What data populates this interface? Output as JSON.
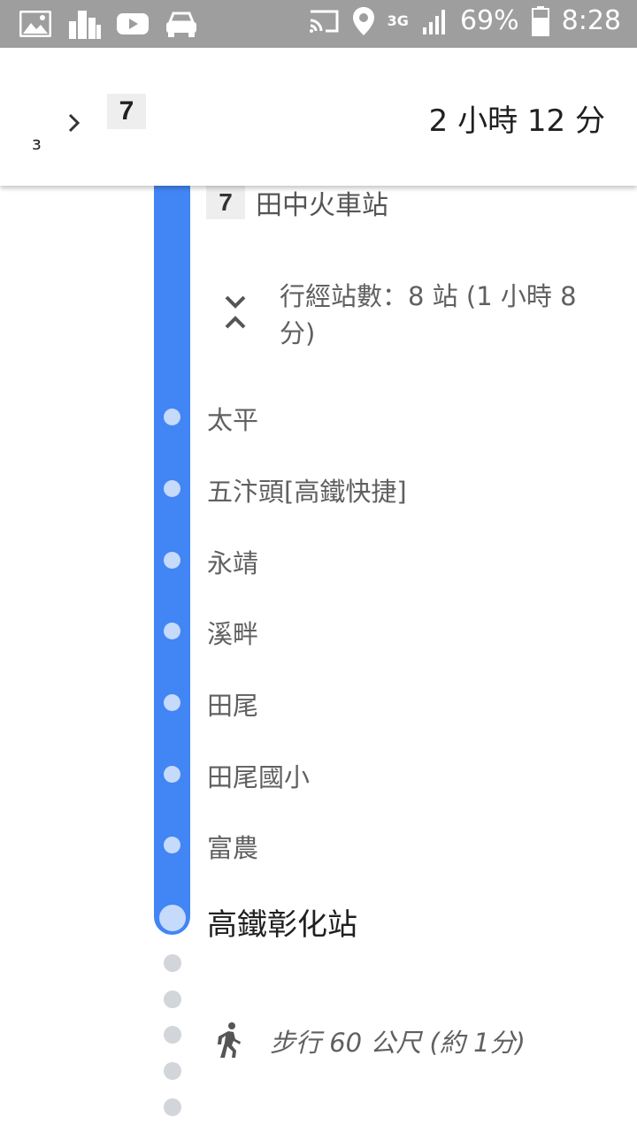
{
  "status_bar": {
    "battery": "69%",
    "time": "8:28",
    "network": "3G"
  },
  "header": {
    "breadcrumb": "з",
    "route_number": "7",
    "duration": "2 小時 12 分"
  },
  "route": {
    "color": "#4285f4",
    "badge": "7",
    "start_stop": "田中火車站",
    "stops_summary": "行經站數：8 站 (1 小時 8 分)",
    "intermediate_stops": [
      "太平",
      "五汴頭[高鐵快捷]",
      "永靖",
      "溪畔",
      "田尾",
      "田尾國小",
      "富農"
    ],
    "destination": "高鐵彰化站"
  },
  "walk": {
    "text": "步行 60 公尺 (約 1分)"
  },
  "icons": {
    "toggle": "expand-collapse-icon",
    "walk": "walk-icon"
  }
}
